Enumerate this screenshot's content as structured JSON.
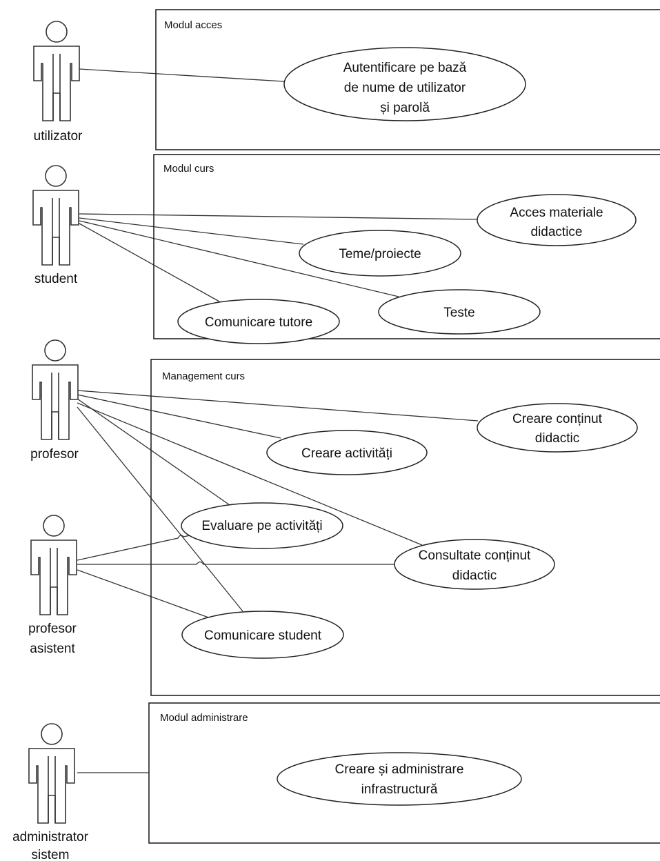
{
  "modules": [
    {
      "id": "acces",
      "label": "Modul acces"
    },
    {
      "id": "curs",
      "label": "Modul curs"
    },
    {
      "id": "management",
      "label": "Management curs"
    },
    {
      "id": "administrare",
      "label": "Modul administrare"
    }
  ],
  "actors": [
    {
      "id": "utilizator",
      "lines": [
        "utilizator"
      ]
    },
    {
      "id": "student",
      "lines": [
        "student"
      ]
    },
    {
      "id": "profesor",
      "lines": [
        "profesor"
      ]
    },
    {
      "id": "profesor-asistent",
      "lines": [
        "profesor",
        "asistent"
      ]
    },
    {
      "id": "administrator-sistem",
      "lines": [
        "administrator",
        "sistem"
      ]
    }
  ],
  "use_cases": [
    {
      "id": "autentificare",
      "lines": [
        "Autentificare pe bază",
        "de nume de utilizator",
        "și parolă"
      ]
    },
    {
      "id": "acces-materiale",
      "lines": [
        "Acces materiale",
        "didactice"
      ]
    },
    {
      "id": "teme",
      "lines": [
        "Teme/proiecte"
      ]
    },
    {
      "id": "teste",
      "lines": [
        "Teste"
      ]
    },
    {
      "id": "comunicare-tutore",
      "lines": [
        "Comunicare tutore"
      ]
    },
    {
      "id": "creare-continut",
      "lines": [
        "Creare conținut",
        "didactic"
      ]
    },
    {
      "id": "creare-activitati",
      "lines": [
        "Creare activități"
      ]
    },
    {
      "id": "evaluare",
      "lines": [
        "Evaluare pe activități"
      ]
    },
    {
      "id": "consultare",
      "lines": [
        "Consultate conținut",
        "didactic"
      ]
    },
    {
      "id": "comunicare-student",
      "lines": [
        "Comunicare student"
      ]
    },
    {
      "id": "creare-administrare",
      "lines": [
        "Creare și administrare",
        "infrastructură"
      ]
    }
  ],
  "associations": [
    [
      "utilizator",
      "autentificare"
    ],
    [
      "student",
      "acces-materiale"
    ],
    [
      "student",
      "teme"
    ],
    [
      "student",
      "teste"
    ],
    [
      "student",
      "comunicare-tutore"
    ],
    [
      "profesor",
      "creare-continut"
    ],
    [
      "profesor",
      "creare-activitati"
    ],
    [
      "profesor",
      "evaluare"
    ],
    [
      "profesor",
      "consultare"
    ],
    [
      "profesor",
      "comunicare-student"
    ],
    [
      "profesor-asistent",
      "evaluare"
    ],
    [
      "profesor-asistent",
      "consultare"
    ],
    [
      "profesor-asistent",
      "comunicare-student"
    ],
    [
      "administrator-sistem",
      "administrare-box"
    ]
  ]
}
